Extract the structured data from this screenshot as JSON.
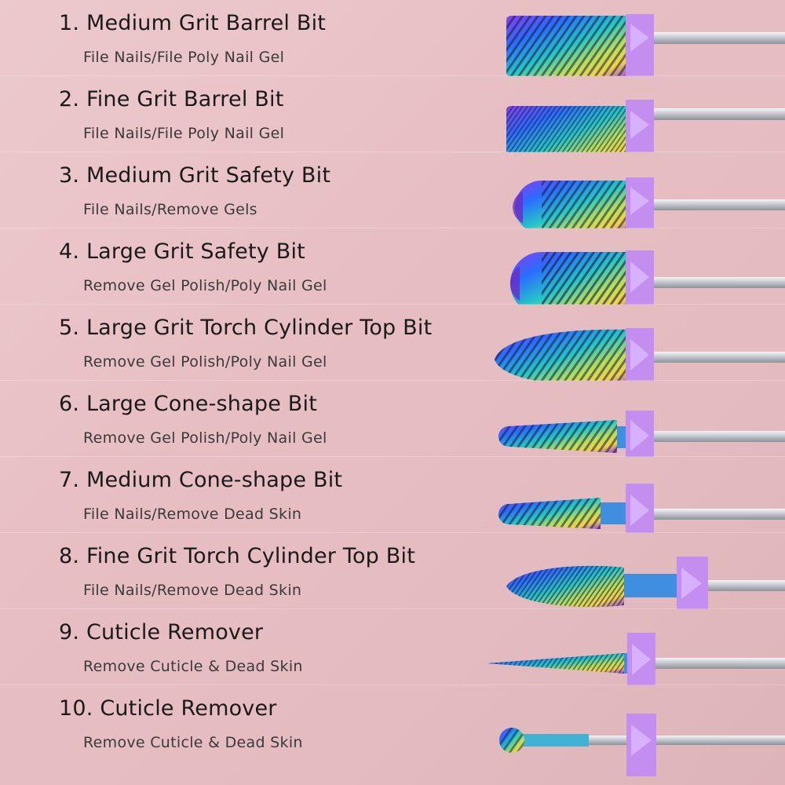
{
  "items": [
    {
      "title": "1. Medium Grit Barrel Bit",
      "subtitle": "File Nails/File Poly Nail Gel",
      "icon": "barrel-bit-icon"
    },
    {
      "title": "2. Fine Grit Barrel Bit",
      "subtitle": "File Nails/File Poly Nail Gel",
      "icon": "barrel-bit-icon"
    },
    {
      "title": "3. Medium Grit Safety Bit",
      "subtitle": "File Nails/Remove Gels",
      "icon": "safety-bit-icon"
    },
    {
      "title": "4. Large Grit Safety Bit",
      "subtitle": "Remove Gel Polish/Poly Nail Gel",
      "icon": "safety-bit-icon"
    },
    {
      "title": "5. Large Grit Torch Cylinder Top Bit",
      "subtitle": "Remove Gel Polish/Poly Nail Gel",
      "icon": "torch-bit-icon"
    },
    {
      "title": "6. Large Cone-shape Bit",
      "subtitle": "Remove Gel Polish/Poly Nail Gel",
      "icon": "cone-bit-icon"
    },
    {
      "title": "7. Medium Cone-shape Bit",
      "subtitle": "File Nails/Remove Dead Skin",
      "icon": "cone-bit-icon"
    },
    {
      "title": "8. Fine Grit Torch Cylinder Top Bit",
      "subtitle": "File Nails/Remove Dead Skin",
      "icon": "torch-bit-icon"
    },
    {
      "title": "9. Cuticle Remover",
      "subtitle": "Remove Cuticle & Dead Skin",
      "icon": "needle-bit-icon"
    },
    {
      "title": "10. Cuticle Remover",
      "subtitle": "Remove Cuticle & Dead Skin",
      "icon": "ball-bit-icon"
    }
  ],
  "colors": {
    "background": "#e7bfc3",
    "holder": "#c38ef0",
    "shank": "#c9cdd2",
    "rainbow": [
      "#2b6cff",
      "#26c6c6",
      "#b8e05a",
      "#f2d24a",
      "#8a3df0"
    ]
  }
}
